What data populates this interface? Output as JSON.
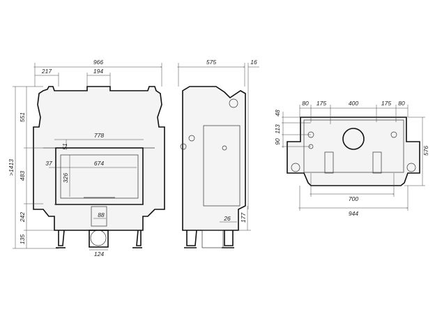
{
  "front_view": {
    "width_total": "966",
    "offset_left": "217",
    "flue_width": "194",
    "door_width": "778",
    "door_top": "51",
    "glass_side": "37",
    "glass_width": "674",
    "glass_height": "326",
    "air_inlet": "88",
    "pipe_diameter": "124",
    "height_upper": "551",
    "height_door": "483",
    "height_base": "242",
    "height_legs": "135",
    "height_total": ">1413"
  },
  "side_view": {
    "depth": "575",
    "frame_depth": "16",
    "base_offset": "26",
    "base_height": "177"
  },
  "top_view": {
    "spacing": [
      "80",
      "175",
      "400",
      "175",
      "80"
    ],
    "vert": [
      "48",
      "113",
      "90"
    ],
    "depth": "576",
    "hole_spacing": "700",
    "width": "944"
  }
}
